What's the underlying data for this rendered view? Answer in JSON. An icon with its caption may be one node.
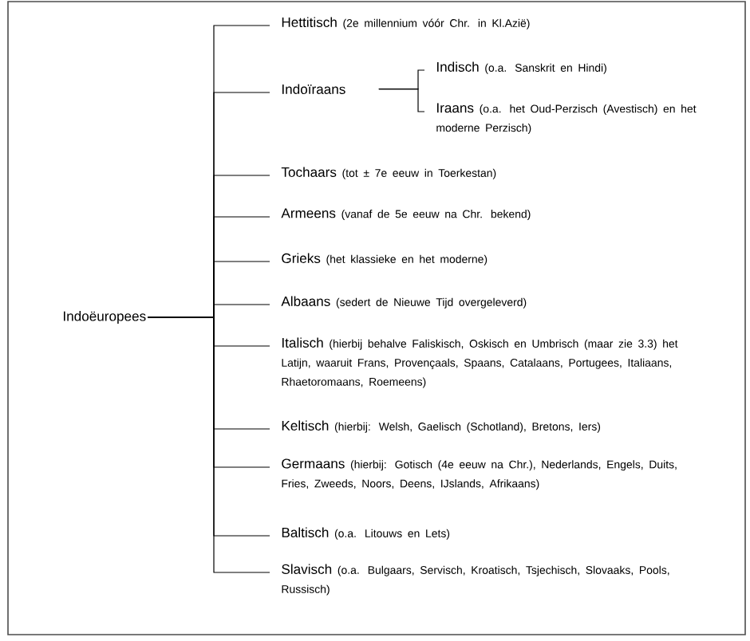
{
  "diagram": {
    "nodes": [
      {
        "text": [
          "Indoëuropees"
        ]
      },
      {
        "text": [
          "Hettitisch",
          "(2e millennium vóór Chr. in Kl.Azië)"
        ]
      },
      {
        "text": [
          "Indoïraans"
        ]
      },
      {
        "text": [
          "Indisch",
          "(o.a. Sanskrit en Hindi)"
        ]
      },
      {
        "text": [
          "Iraans",
          "(o.a. het Oud-Perzisch (Avestisch) en het moderne Perzisch)"
        ]
      },
      {
        "text": [
          "Tochaars",
          "(tot ± 7e eeuw in Toerkestan)"
        ]
      },
      {
        "text": [
          "Armeens",
          "(vanaf de 5e eeuw na Chr. bekend)"
        ]
      },
      {
        "text": [
          "Grieks",
          "(het klassieke en het moderne)"
        ]
      },
      {
        "text": [
          "Albaans",
          "(sedert de Nieuwe Tijd overgeleverd)"
        ]
      },
      {
        "text": [
          "Italisch",
          "(hierbij behalve Faliskisch, Oskisch en Umbrisch (maar zie 3.3) het Latijn, waaruit Frans, Provençaals, Spaans, Catalaans, Portugees, Italiaans, Rhaetoromaans, Roemeens)"
        ]
      },
      {
        "text": [
          "Keltisch",
          "(hierbij: Welsh, Gaelisch (Schotland), Bretons, Iers)"
        ]
      },
      {
        "text": [
          "Germaans",
          "(hierbij: Gotisch (4e eeuw na Chr.), Nederlands, Engels, Duits, Fries, Zweeds, Noors, Deens, IJslands, Afrikaans)"
        ]
      },
      {
        "text": [
          "Baltisch",
          "(o.a. Litouws en Lets)"
        ]
      },
      {
        "text": [
          "Slavisch",
          "(o.a. Bulgaars, Servisch, Kroatisch, Tsjechisch, Slovaaks, Pools, Russisch)"
        ]
      }
    ],
    "edges": [
      {
        "from": 0,
        "to": 1,
        "arrow": "none"
      },
      {
        "from": 0,
        "to": 2,
        "arrow": "none"
      },
      {
        "from": 2,
        "to": 3,
        "arrow": "none"
      },
      {
        "from": 2,
        "to": 4,
        "arrow": "none"
      },
      {
        "from": 0,
        "to": 5,
        "arrow": "none"
      },
      {
        "from": 0,
        "to": 6,
        "arrow": "none"
      },
      {
        "from": 0,
        "to": 7,
        "arrow": "none"
      },
      {
        "from": 0,
        "to": 8,
        "arrow": "none"
      },
      {
        "from": 0,
        "to": 9,
        "arrow": "none"
      },
      {
        "from": 0,
        "to": 10,
        "arrow": "none"
      },
      {
        "from": 0,
        "to": 11,
        "arrow": "none"
      },
      {
        "from": 0,
        "to": 12,
        "arrow": "none"
      },
      {
        "from": 0,
        "to": 13,
        "arrow": "none"
      }
    ]
  }
}
